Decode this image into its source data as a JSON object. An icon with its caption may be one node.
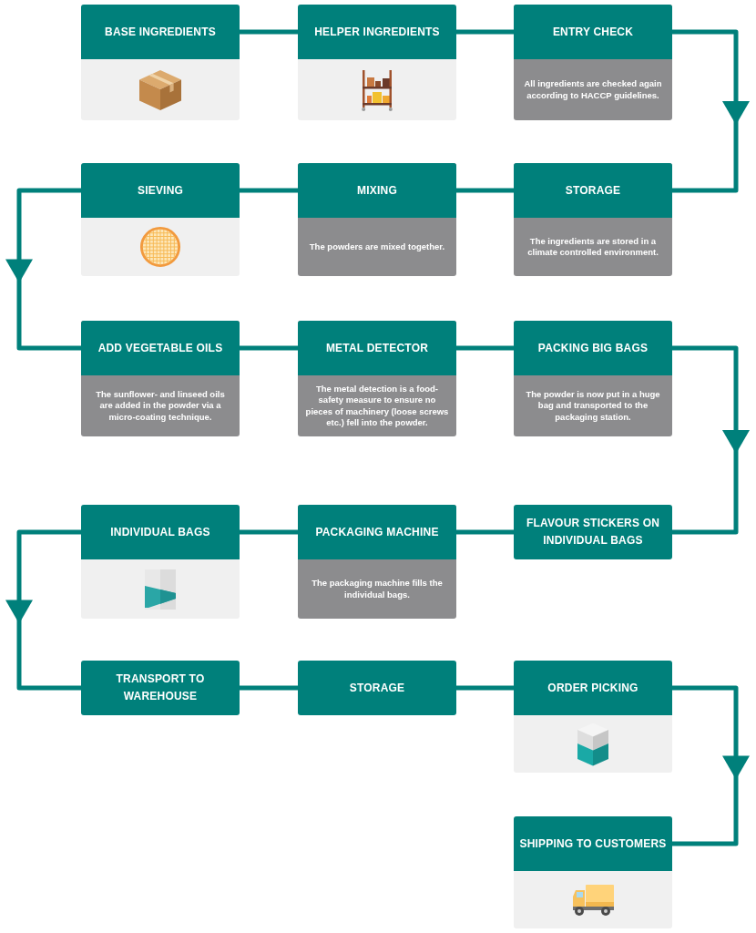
{
  "diagram": {
    "nodes": [
      {
        "text": [
          "BASE INGREDIENTS"
        ]
      },
      {
        "text": [
          "HELPER INGREDIENTS"
        ]
      },
      {
        "text": [
          "ENTRY CHECK",
          "All ingredients are checked again according to HACCP guidelines."
        ]
      },
      {
        "text": [
          "SIEVING"
        ]
      },
      {
        "text": [
          "MIXING",
          "The powders are mixed together."
        ]
      },
      {
        "text": [
          "STORAGE",
          "The ingredients are stored in a climate controlled environment."
        ]
      },
      {
        "text": [
          "ADD VEGETABLE OILS",
          "The sunflower- and linseed oils are added in the powder via a micro-coating technique."
        ]
      },
      {
        "text": [
          "METAL DETECTOR",
          "The metal detection is a food-safety measure to ensure no pieces of machinery (loose screws etc.) fell into the powder."
        ]
      },
      {
        "text": [
          "PACKING BIG BAGS",
          "The powder is now put in a huge bag and transported to the packaging station."
        ]
      },
      {
        "text": [
          "INDIVIDUAL BAGS"
        ]
      },
      {
        "text": [
          "PACKAGING MACHINE",
          "The packaging machine fills the individual bags."
        ]
      },
      {
        "text": [
          "FLAVOUR STICKERS ON INDIVIDUAL BAGS"
        ]
      },
      {
        "text": [
          "TRANSPORT TO WAREHOUSE"
        ]
      },
      {
        "text": [
          "STORAGE"
        ]
      },
      {
        "text": [
          "ORDER PICKING"
        ]
      },
      {
        "text": [
          "SHIPPING TO CUSTOMERS"
        ]
      }
    ],
    "edges": [
      {
        "from": 0,
        "to": 1,
        "arrow": "none"
      },
      {
        "from": 1,
        "to": 2,
        "arrow": "none"
      },
      {
        "from": 2,
        "to": 5,
        "arrow": "to"
      },
      {
        "from": 5,
        "to": 4,
        "arrow": "none"
      },
      {
        "from": 4,
        "to": 3,
        "arrow": "none"
      },
      {
        "from": 3,
        "to": 6,
        "arrow": "to"
      },
      {
        "from": 6,
        "to": 7,
        "arrow": "none"
      },
      {
        "from": 7,
        "to": 8,
        "arrow": "none"
      },
      {
        "from": 8,
        "to": 11,
        "arrow": "to"
      },
      {
        "from": 11,
        "to": 10,
        "arrow": "none"
      },
      {
        "from": 10,
        "to": 9,
        "arrow": "none"
      },
      {
        "from": 9,
        "to": 12,
        "arrow": "to"
      },
      {
        "from": 12,
        "to": 13,
        "arrow": "none"
      },
      {
        "from": 13,
        "to": 14,
        "arrow": "none"
      },
      {
        "from": 14,
        "to": 15,
        "arrow": "to"
      }
    ]
  }
}
